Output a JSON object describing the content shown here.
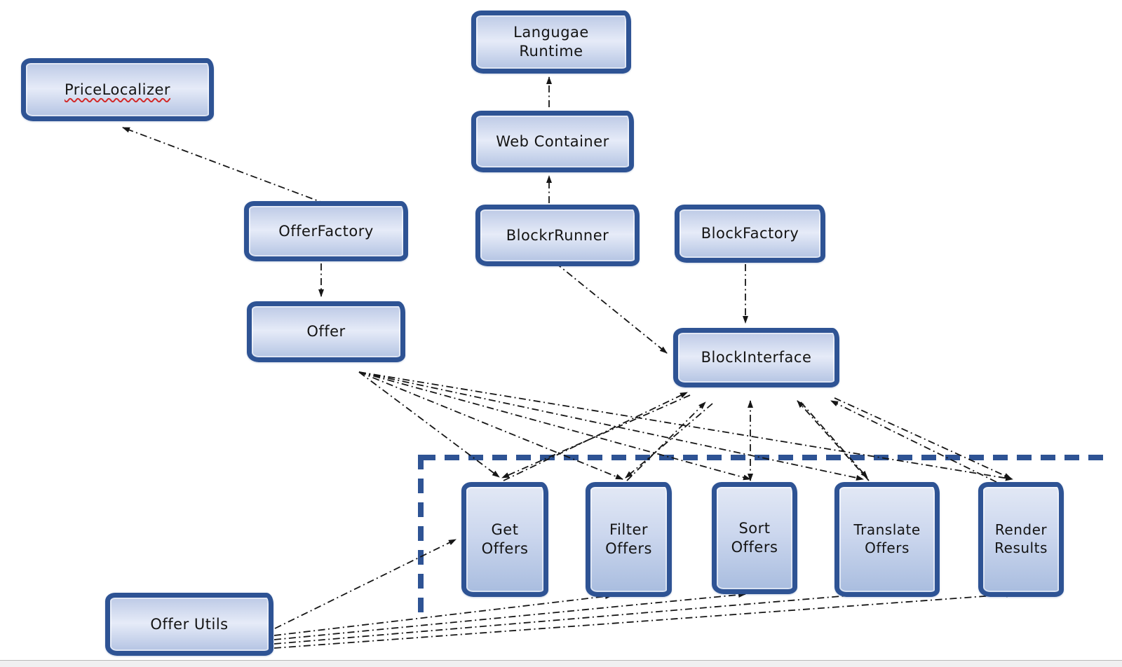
{
  "diagram": {
    "colors": {
      "box_border": "#2e5394",
      "box_fill_light": "#e6ebf8",
      "box_fill_dark": "#a9bddf",
      "arrow": "#161616",
      "boundary_dash": "#2e5394",
      "canvas_bg": "#ffffff",
      "footer_strip_bg": "#f0f0f1",
      "spellcheck_underline": "#d22a2a"
    },
    "nodes": {
      "price_localizer": {
        "label": "PriceLocalizer"
      },
      "language_runtime": {
        "label": "Langugae\nRuntime"
      },
      "web_container": {
        "label": "Web Container"
      },
      "offer_factory": {
        "label": "OfferFactory"
      },
      "blockr_runner": {
        "label": "BlockrRunner"
      },
      "block_factory": {
        "label": "BlockFactory"
      },
      "offer": {
        "label": "Offer"
      },
      "block_interface": {
        "label": "BlockInterface"
      },
      "get_offers": {
        "label": "Get\nOffers"
      },
      "filter_offers": {
        "label": "Filter\nOffers"
      },
      "sort_offers": {
        "label": "Sort\nOffers"
      },
      "translate_offers": {
        "label": "Translate\nOffers"
      },
      "render_results": {
        "label": "Render\nResults"
      },
      "offer_utils": {
        "label": "Offer Utils"
      }
    },
    "edges": [
      {
        "from": "OfferFactory",
        "to": "PriceLocalizer"
      },
      {
        "from": "OfferFactory",
        "to": "Offer"
      },
      {
        "from": "BlockrRunner",
        "to": "Web Container"
      },
      {
        "from": "Web Container",
        "to": "Langugae Runtime"
      },
      {
        "from": "BlockrRunner",
        "to": "BlockInterface"
      },
      {
        "from": "BlockFactory",
        "to": "BlockInterface"
      },
      {
        "from": "Offer",
        "to": "Get Offers"
      },
      {
        "from": "Offer",
        "to": "Filter Offers"
      },
      {
        "from": "Offer",
        "to": "Sort Offers"
      },
      {
        "from": "Offer",
        "to": "Translate Offers"
      },
      {
        "from": "Offer",
        "to": "Render Results"
      },
      {
        "from": "Get Offers",
        "to": "BlockInterface"
      },
      {
        "from": "Filter Offers",
        "to": "BlockInterface"
      },
      {
        "from": "Sort Offers",
        "to": "BlockInterface"
      },
      {
        "from": "Translate Offers",
        "to": "BlockInterface"
      },
      {
        "from": "Render Results",
        "to": "BlockInterface"
      },
      {
        "from": "BlockInterface",
        "to": "Get Offers"
      },
      {
        "from": "BlockInterface",
        "to": "Filter Offers"
      },
      {
        "from": "BlockInterface",
        "to": "Sort Offers"
      },
      {
        "from": "BlockInterface",
        "to": "Translate Offers"
      },
      {
        "from": "BlockInterface",
        "to": "Render Results"
      },
      {
        "from": "Offer Utils",
        "to": "Get Offers"
      },
      {
        "from": "Offer Utils",
        "to": "Filter Offers"
      },
      {
        "from": "Offer Utils",
        "to": "Sort Offers"
      },
      {
        "from": "Offer Utils",
        "to": "Translate Offers"
      },
      {
        "from": "Offer Utils",
        "to": "Render Results"
      }
    ]
  }
}
